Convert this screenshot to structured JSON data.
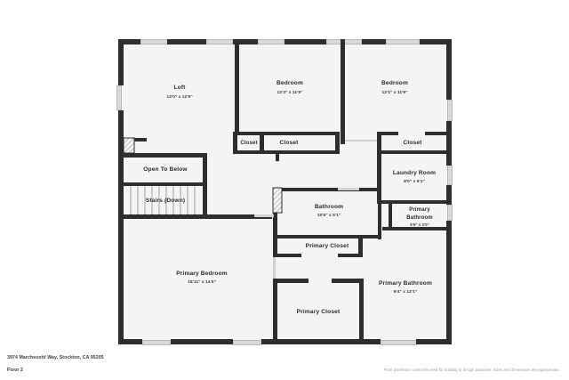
{
  "footer": {
    "address": "3974 Marchesotti Way, Stockton, CA 95205",
    "floor_label": "Floor 2",
    "disclaimer": "Floor plans/tour cannot be used for building or design purposes. Sizes and dimensions are approximate."
  },
  "colors": {
    "wall": "#2e2e2e",
    "room_fill": "#f4f4f4",
    "page_bg": "#ffffff",
    "window": "#d9d9d9",
    "text": "#2b2b2b"
  },
  "rooms": {
    "loft": {
      "name": "Loft",
      "dimensions": "13'0\" x 12'9\""
    },
    "bedroom_1": {
      "name": "Bedroom",
      "dimensions": "12'3\" x 11'9\""
    },
    "bedroom_2": {
      "name": "Bedroom",
      "dimensions": "12'1\" x 11'9\""
    },
    "closet_small": {
      "name": "Closet"
    },
    "closet_bed1": {
      "name": "Closet"
    },
    "closet_bed2": {
      "name": "Closet"
    },
    "open_to_below": {
      "name": "Open To Below"
    },
    "stairs": {
      "name": "Stairs (Down)"
    },
    "laundry_room": {
      "name": "Laundry Room",
      "dimensions": "8'0\" x 6'1\""
    },
    "bathroom": {
      "name": "Bathroom",
      "dimensions": "10'5\" x 5'1\""
    },
    "primary_bathroom_small_line1": {
      "name": "Primary"
    },
    "primary_bathroom_small_line2": {
      "name": "Bathroom"
    },
    "primary_bathroom_small_dim": {
      "dimensions": "5'9\" x 3'0\""
    },
    "primary_closet_upper": {
      "name": "Primary Closet"
    },
    "primary_closet_lower": {
      "name": "Primary Closet"
    },
    "primary_bedroom": {
      "name": "Primary Bedroom",
      "dimensions": "18'11\" x 14'5\""
    },
    "primary_bathroom_large": {
      "name": "Primary Bathroom",
      "dimensions": "9'4\" x 12'1\""
    }
  }
}
